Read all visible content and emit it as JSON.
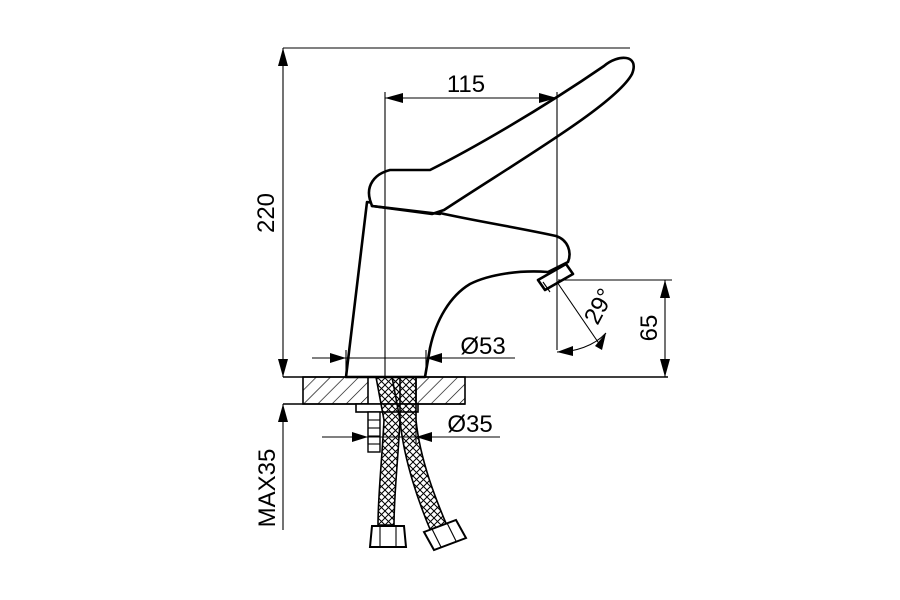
{
  "dimensions": {
    "spout_reach": "115",
    "total_height": "220",
    "outlet_height": "65",
    "spout_angle": "29°",
    "base_diameter": "Ø53",
    "shank_diameter": "Ø35",
    "max_deck_thickness": "MAX35"
  },
  "colors": {
    "line": "#000000",
    "background": "#ffffff"
  }
}
